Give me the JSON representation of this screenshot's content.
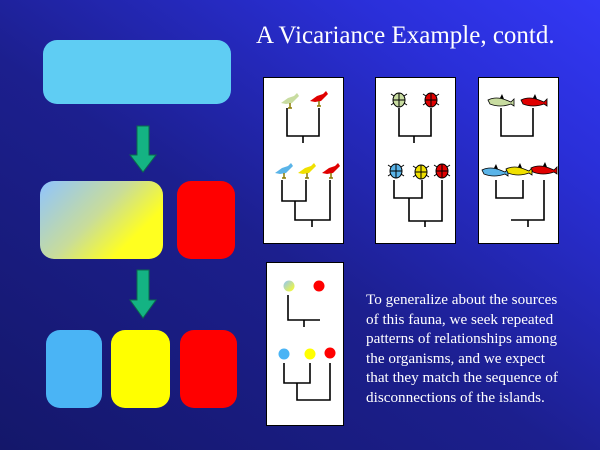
{
  "title": "A Vicariance Example, contd.",
  "colors": {
    "top_box": "#5fcdf3",
    "blue": "#4ab4f5",
    "yellow": "#ffff00",
    "red": "#ff0000",
    "arrow": "#14b383"
  },
  "body_lines": [
    "To generalize about the sources",
    "of this fauna, we seek repeated",
    "patterns of relationships among",
    "the organisms, and we expect",
    "that they match the sequence of",
    "disconnections of the islands."
  ]
}
